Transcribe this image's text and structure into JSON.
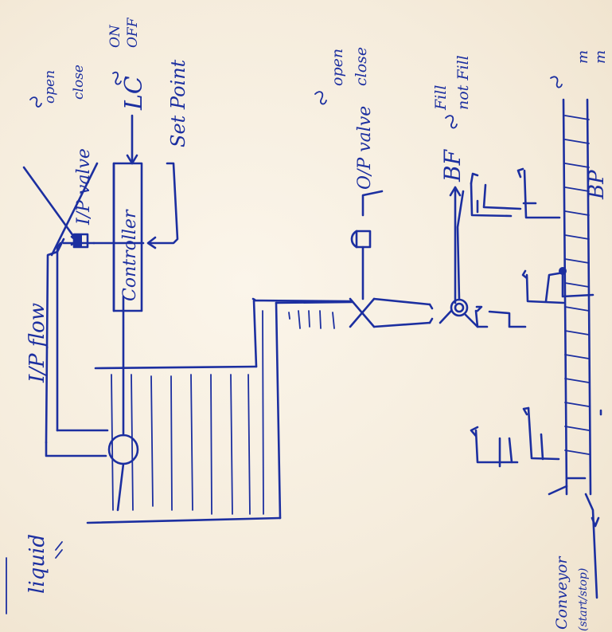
{
  "labels": {
    "liquid": "liquid",
    "ip_flow": "I/P flow",
    "ip_valve": "I/P valve",
    "ip_valve_states": [
      "open",
      "close"
    ],
    "controller": "Controller",
    "lc": "LC",
    "lc_states": [
      "ON",
      "OFF"
    ],
    "set_point": "Set Point",
    "op_valve": "O/P valve",
    "op_valve_states": [
      "open",
      "close"
    ],
    "bf": "BF",
    "bf_states": [
      "Fill",
      "not Fill"
    ],
    "bp": "BP",
    "bp_states": [
      "m",
      "m"
    ],
    "conveyor": "Conveyor",
    "conveyor_state": "(start/stop)"
  },
  "colors": {
    "ink": "#1c2fa0",
    "paper": "#f7efe1"
  }
}
